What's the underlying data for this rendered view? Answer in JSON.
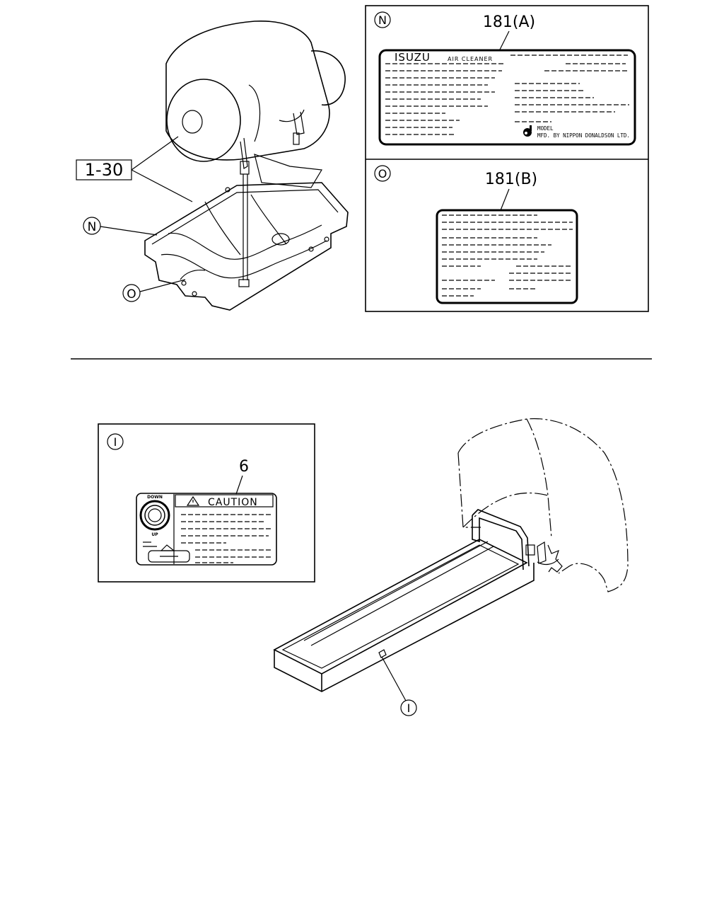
{
  "top_diagram": {
    "callout_part": "1-30",
    "callout_n": "N",
    "callout_o": "O"
  },
  "panel_n": {
    "marker": "N",
    "part_ref": "181(A)",
    "brand": "ISUZU",
    "product": "AIR CLEANER",
    "model_label": "MODEL",
    "maker": "MFD. BY NIPPON DONALDSON LTD."
  },
  "panel_o": {
    "marker": "O",
    "part_ref": "181(B)"
  },
  "panel_i": {
    "marker": "I",
    "part_ref": "6",
    "caution": "CAUTION",
    "dial_top": "DOWN",
    "dial_bottom": "UP"
  },
  "bottom_diagram": {
    "callout_i": "I"
  }
}
